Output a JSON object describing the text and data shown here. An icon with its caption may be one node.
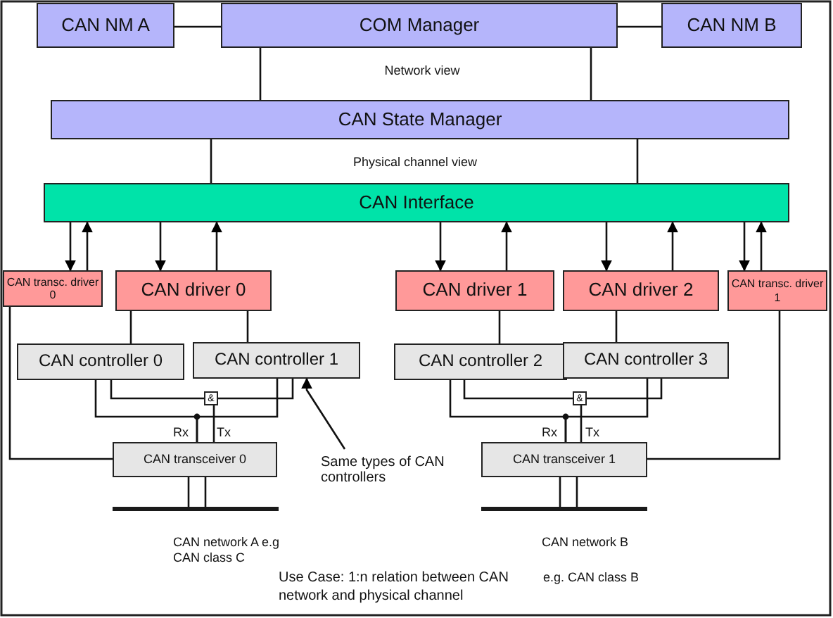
{
  "diagram": {
    "nodes": [
      {
        "text": [
          "CAN NM A"
        ]
      },
      {
        "text": [
          "COM Manager"
        ]
      },
      {
        "text": [
          "CAN NM B"
        ]
      },
      {
        "text": [
          "CAN State Manager"
        ]
      },
      {
        "text": [
          "CAN Interface"
        ]
      },
      {
        "text": [
          "CAN transc. driver 0"
        ]
      },
      {
        "text": [
          "CAN driver 0"
        ]
      },
      {
        "text": [
          "CAN driver 1"
        ]
      },
      {
        "text": [
          "CAN driver 2"
        ]
      },
      {
        "text": [
          "CAN transc. driver 1"
        ]
      },
      {
        "text": [
          "CAN controller 0"
        ]
      },
      {
        "text": [
          "CAN controller 1"
        ]
      },
      {
        "text": [
          "CAN controller 2"
        ]
      },
      {
        "text": [
          "CAN controller 3"
        ]
      },
      {
        "text": [
          "&"
        ]
      },
      {
        "text": [
          "CAN transceiver 0"
        ]
      },
      {
        "text": [
          "&"
        ]
      },
      {
        "text": [
          "CAN transceiver 1"
        ]
      },
      {
        "text": [],
        "shape": "bar"
      },
      {
        "text": [],
        "shape": "bar"
      },
      {
        "text": [
          "Same types of CAN controllers"
        ]
      }
    ],
    "edges": [
      {
        "from": 0,
        "to": 1,
        "arrow": "none"
      },
      {
        "from": 1,
        "to": 2,
        "arrow": "none"
      },
      {
        "from": 1,
        "to": 3,
        "arrow": "none"
      },
      {
        "from": 1,
        "to": 3,
        "arrow": "none"
      },
      {
        "from": 3,
        "to": 4,
        "arrow": "none"
      },
      {
        "from": 3,
        "to": 4,
        "arrow": "none"
      },
      {
        "from": 4,
        "to": 5,
        "arrow": "to"
      },
      {
        "from": 5,
        "to": 4,
        "arrow": "to"
      },
      {
        "from": 4,
        "to": 6,
        "arrow": "to"
      },
      {
        "from": 6,
        "to": 4,
        "arrow": "to"
      },
      {
        "from": 4,
        "to": 7,
        "arrow": "to"
      },
      {
        "from": 7,
        "to": 4,
        "arrow": "to"
      },
      {
        "from": 4,
        "to": 8,
        "arrow": "to"
      },
      {
        "from": 8,
        "to": 4,
        "arrow": "to"
      },
      {
        "from": 4,
        "to": 9,
        "arrow": "to"
      },
      {
        "from": 9,
        "to": 4,
        "arrow": "to"
      },
      {
        "from": 6,
        "to": 10,
        "arrow": "none"
      },
      {
        "from": 6,
        "to": 11,
        "arrow": "none"
      },
      {
        "from": 7,
        "to": 12,
        "arrow": "none"
      },
      {
        "from": 8,
        "to": 13,
        "arrow": "none"
      },
      {
        "from": 5,
        "to": 15,
        "arrow": "none"
      },
      {
        "from": 9,
        "to": 17,
        "arrow": "none"
      },
      {
        "from": 10,
        "to": 14,
        "arrow": "none"
      },
      {
        "from": 11,
        "to": 14,
        "arrow": "none"
      },
      {
        "from": 14,
        "to": 15,
        "arrow": "none"
      },
      {
        "from": 15,
        "to": 10,
        "arrow": "none"
      },
      {
        "from": 15,
        "to": 11,
        "arrow": "none"
      },
      {
        "from": 12,
        "to": 16,
        "arrow": "none"
      },
      {
        "from": 13,
        "to": 16,
        "arrow": "none"
      },
      {
        "from": 16,
        "to": 17,
        "arrow": "none"
      },
      {
        "from": 17,
        "to": 12,
        "arrow": "none"
      },
      {
        "from": 17,
        "to": 13,
        "arrow": "none"
      },
      {
        "from": 15,
        "to": 18,
        "arrow": "none"
      },
      {
        "from": 15,
        "to": 18,
        "arrow": "none"
      },
      {
        "from": 17,
        "to": 19,
        "arrow": "none"
      },
      {
        "from": 17,
        "to": 19,
        "arrow": "none"
      },
      {
        "from": 20,
        "to": 11,
        "arrow": "to"
      }
    ],
    "labels": [
      "Network view",
      "Physical channel view",
      "Rx",
      "Tx",
      "Rx",
      "Tx",
      "CAN network A e.g CAN class C",
      "CAN network B",
      "e.g. CAN class B",
      "Use Case: 1:n relation between CAN network and physical channel"
    ]
  }
}
